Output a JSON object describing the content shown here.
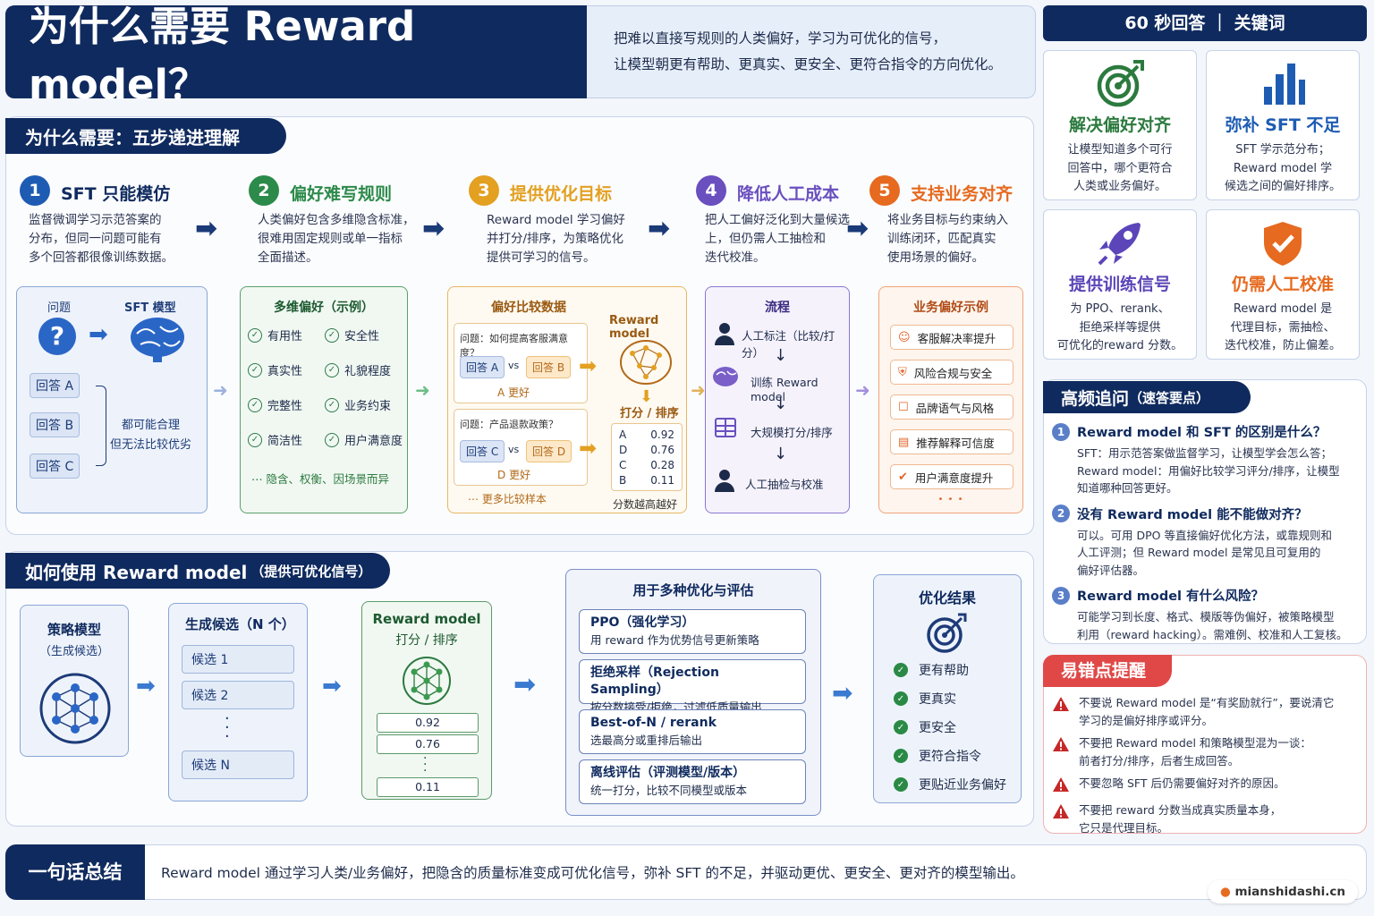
{
  "header": {
    "title": "为什么需要 Reward model？",
    "subtitle_line1": "把难以直接写规则的人类偏好，学习为可优化的信号，",
    "subtitle_line2": "让模型朝更有帮助、更真实、更安全、更符合指令的方向优化。"
  },
  "why_section": {
    "tab": "为什么需要：五步递进理解",
    "steps": [
      {
        "num": "1",
        "title": "SFT 只能模仿",
        "desc": [
          "监督微调学习示范答案的",
          "分布，但同一问题可能有",
          "多个回答都很像训练数据。"
        ],
        "color": "#1e5cb3"
      },
      {
        "num": "2",
        "title": "偏好难写规则",
        "desc": [
          "人类偏好包含多维隐含标准，",
          "很难用固定规则或单一指标",
          "全面描述。"
        ],
        "color": "#2c8a4a"
      },
      {
        "num": "3",
        "title": "提供优化目标",
        "desc": [
          "Reward model 学习偏好",
          "并打分/排序，为策略优化",
          "提供可学习的信号。"
        ],
        "color": "#e3a021"
      },
      {
        "num": "4",
        "title": "降低人工成本",
        "desc": [
          "把人工偏好泛化到大量候选",
          "上，但仍需人工抽检和",
          "迭代校准。"
        ],
        "color": "#6a4fbf"
      },
      {
        "num": "5",
        "title": "支持业务对齐",
        "desc": [
          "将业务目标与约束纳入",
          "训练闭环，匹配真实",
          "使用场景的偏好。"
        ],
        "color": "#e66a1f"
      }
    ],
    "box1": {
      "q_label": "问题",
      "sft_label": "SFT 模型",
      "answers": [
        "回答 A",
        "回答 B",
        "回答 C"
      ],
      "note_line1": "都可能合理",
      "note_line2": "但无法比较优劣"
    },
    "box2": {
      "title": "多维偏好（示例）",
      "items": [
        "有用性",
        "安全性",
        "真实性",
        "礼貌程度",
        "完整性",
        "业务约束",
        "简洁性",
        "用户满意度"
      ],
      "footer": "隐含、权衡、因场景而异"
    },
    "box3": {
      "title": "偏好比较数据",
      "rm_label": "Reward model",
      "q1": "问题：如何提高客服满意度？",
      "q1_left": "回答 A",
      "q1_right": "回答 B",
      "q1_result": "A 更好",
      "q2": "问题：产品退款政策？",
      "q2_left": "回答 C",
      "q2_right": "回答 D",
      "q2_result": "D 更好",
      "vs": "vs",
      "rank_label": "打分 / 排序",
      "scores": [
        {
          "k": "A",
          "v": "0.92"
        },
        {
          "k": "D",
          "v": "0.76"
        },
        {
          "k": "C",
          "v": "0.28"
        },
        {
          "k": "B",
          "v": "0.11"
        }
      ],
      "more": "更多比较样本",
      "score_note": "分数越高越好"
    },
    "box4": {
      "title": "流程",
      "steps": [
        "人工标注（比较/打分）",
        "训练 Reward model",
        "大规模打分/排序",
        "人工抽检与校准"
      ]
    },
    "box5": {
      "title": "业务偏好示例",
      "items": [
        "客服解决率提升",
        "风险合规与安全",
        "品牌语气与风格",
        "推荐解释可信度",
        "用户满意度提升"
      ],
      "more": "• • •"
    }
  },
  "how_section": {
    "tab": "如何使用 Reward model",
    "tab_small": "（提供可优化信号）",
    "policy_title": "策略模型",
    "policy_sub": "（生成候选）",
    "candidates_title": "生成候选（N 个）",
    "candidates": [
      "候选 1",
      "候选 2",
      "候选 N"
    ],
    "rm_title_line1": "Reward model",
    "rm_title_line2": "打分 / 排序",
    "rm_scores": [
      "0.92",
      "0.76",
      "0.11"
    ],
    "opt_title": "用于多种优化与评估",
    "opt_items": [
      {
        "name": "PPO（强化学习）",
        "desc": "用 reward 作为优势信号更新策略"
      },
      {
        "name": "拒绝采样（Rejection Sampling）",
        "desc": "按分数接受/拒绝，过滤低质量输出"
      },
      {
        "name": "Best-of-N / rerank",
        "desc": "选最高分或重排后输出"
      },
      {
        "name": "离线评估（评测模型/版本）",
        "desc": "统一打分，比较不同模型或版本"
      }
    ],
    "result_title": "优化结果",
    "results": [
      "更有帮助",
      "更真实",
      "更安全",
      "更符合指令",
      "更贴近业务偏好"
    ]
  },
  "sidebar": {
    "header": "60 秒回答 ｜ 关键词",
    "cards": [
      {
        "title": "解决偏好对齐",
        "lines": [
          "让模型知道多个可行",
          "回答中，哪个更符合",
          "人类或业务偏好。"
        ],
        "color": "#2c7a3e",
        "icon": "target-icon"
      },
      {
        "title": "弥补 SFT 不足",
        "lines": [
          "SFT 学示范分布；",
          "Reward model 学",
          "候选之间的偏好排序。"
        ],
        "color": "#1e5cb3",
        "icon": "bar-chart-icon"
      },
      {
        "title": "提供训练信号",
        "lines": [
          "为 PPO、rerank、",
          "拒绝采样等提供",
          "可优化的reward 分数。"
        ],
        "color": "#5b45b8",
        "icon": "rocket-icon"
      },
      {
        "title": "仍需人工校准",
        "lines": [
          "Reward model 是",
          "代理目标，需抽检、",
          "迭代校准，防止偏差。"
        ],
        "color": "#e66a1f",
        "icon": "shield-check-icon"
      }
    ],
    "faq_title": "高频追问",
    "faq_title_small": "（速答要点）",
    "faq": [
      {
        "num": "1",
        "q": "Reward model 和 SFT 的区别是什么？",
        "a": [
          "SFT：用示范答案做监督学习，让模型学会怎么答；",
          "Reward model：用偏好比较学习评分/排序，让模型",
          "知道哪种回答更好。"
        ]
      },
      {
        "num": "2",
        "q": "没有 Reward model 能不能做对齐？",
        "a": [
          "可以。可用 DPO 等直接偏好优化方法，或靠规则和",
          "人工评测；但 Reward model 是常见且可复用的",
          "偏好评估器。"
        ]
      },
      {
        "num": "3",
        "q": "Reward model 有什么风险？",
        "a": [
          "可能学习到长度、格式、模版等伪偏好，被策略模型",
          "利用（reward hacking）。需难例、校准和人工复核。"
        ]
      }
    ],
    "pitfall_title": "易错点提醒",
    "pitfalls": [
      [
        "不要说 Reward model 是“有奖励就行”，要说清它",
        "学习的是偏好排序或评分。"
      ],
      [
        "不要把 Reward model 和策略模型混为一谈：",
        "前者打分/排序，后者生成回答。"
      ],
      [
        "不要忽略 SFT 后仍需要偏好对齐的原因。"
      ],
      [
        "不要把 reward 分数当成真实质量本身，",
        "它只是代理目标。"
      ]
    ]
  },
  "summary": {
    "tab": "一句话总结",
    "text": "Reward model 通过学习人类/业务偏好，把隐含的质量标准变成可优化信号，弥补 SFT 的不足，并驱动更优、更安全、更对齐的模型输出。"
  },
  "watermark": "mianshidashi.cn",
  "colors": {
    "navy": "#0f2a5e",
    "green": "#2c8a4a",
    "orange": "#e3a021",
    "purple": "#6a4fbf",
    "red_orange": "#e66a1f",
    "warn_red": "#c62828"
  }
}
